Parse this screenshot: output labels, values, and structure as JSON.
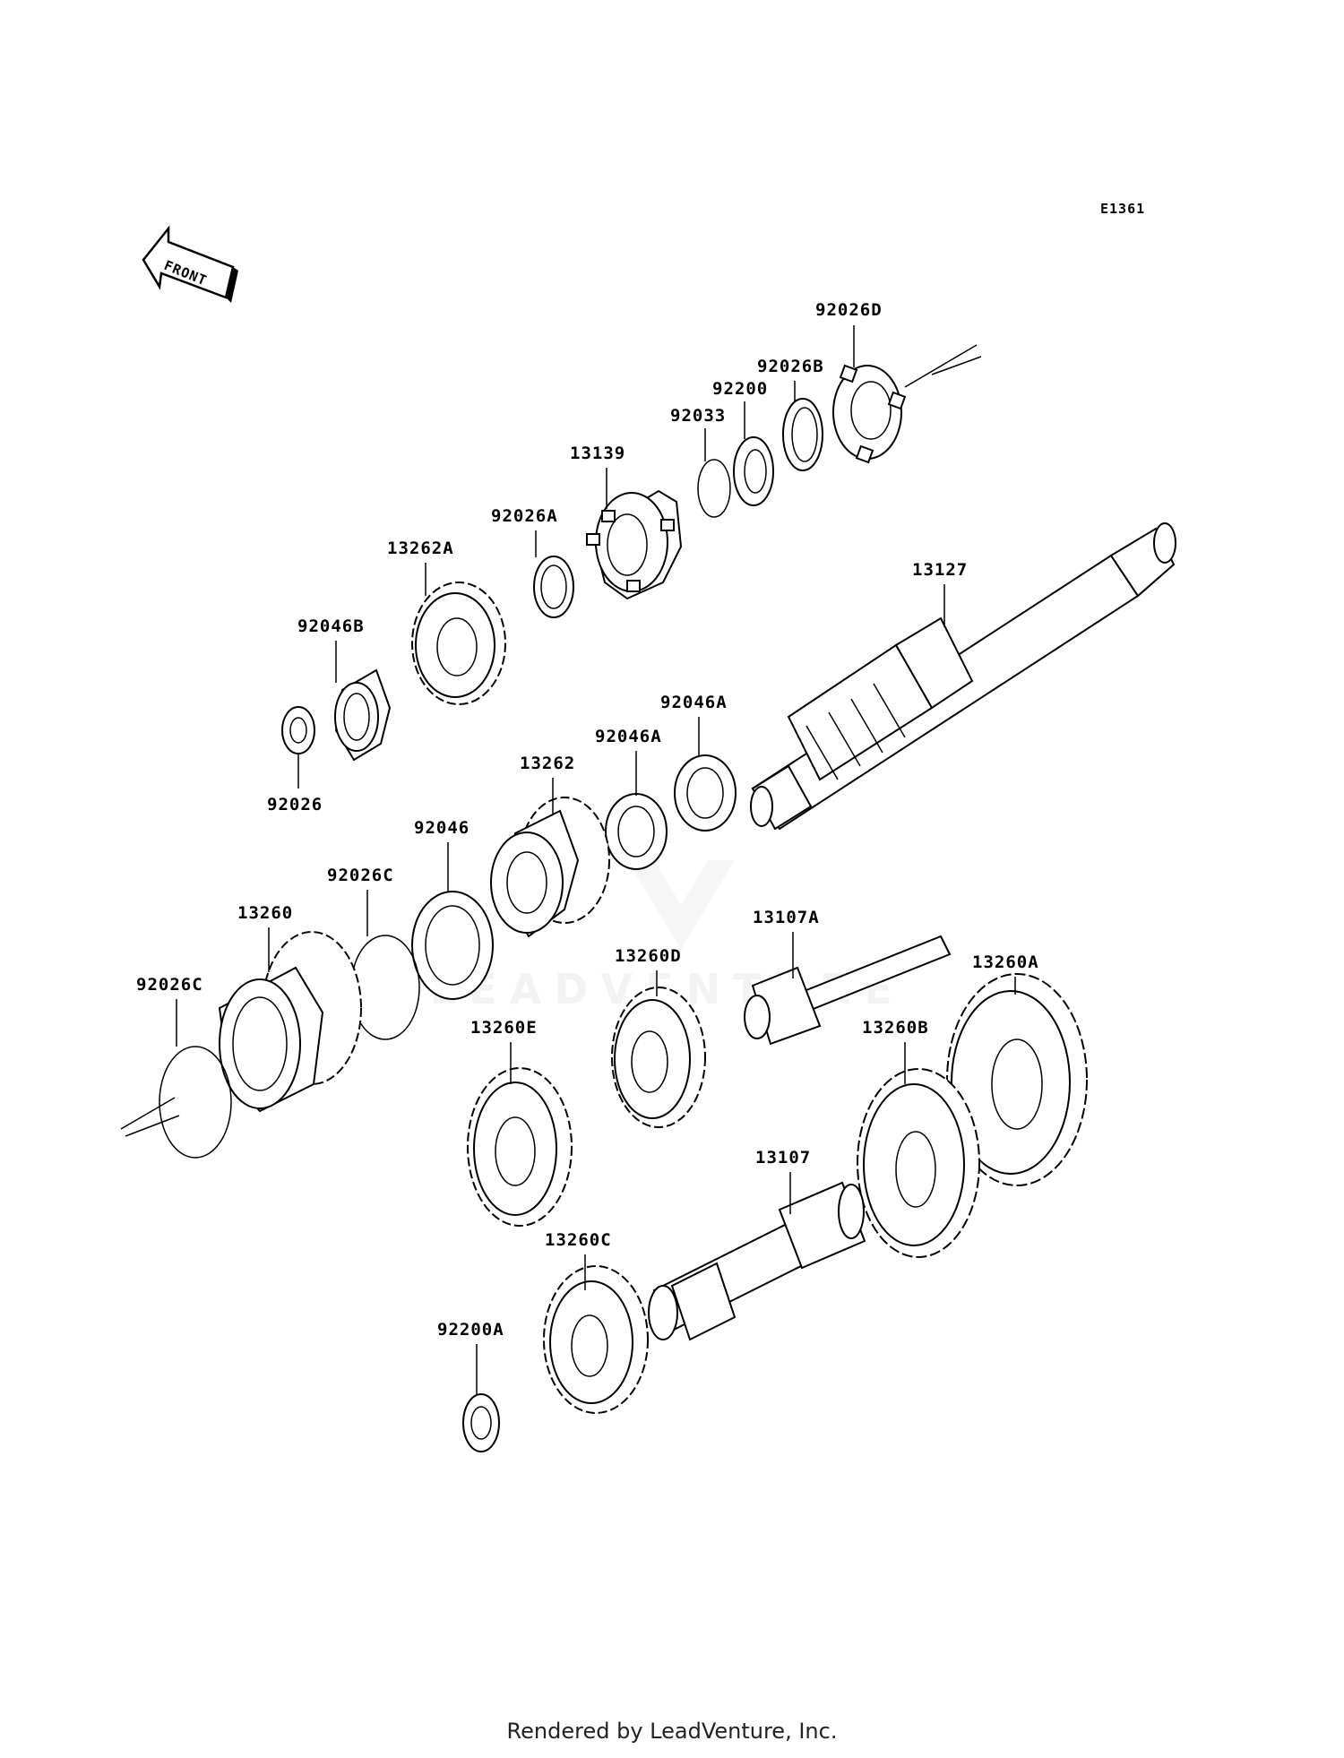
{
  "diagram": {
    "code": "E1361",
    "front_arrow_label": "FRONT",
    "watermark": "LEADVENTURE",
    "labels": {
      "p92026D": "92026D",
      "p92026B": "92026B",
      "p92200": "92200",
      "p92033": "92033",
      "p13139": "13139",
      "p92026A": "92026A",
      "p13262A": "13262A",
      "p13127": "13127",
      "p92046B": "92046B",
      "p92026": "92026",
      "p92046A_1": "92046A",
      "p92046A_2": "92046A",
      "p13262": "13262",
      "p92046": "92046",
      "p92026C_1": "92026C",
      "p13260": "13260",
      "p92026C_2": "92026C",
      "p13107A": "13107A",
      "p13260D": "13260D",
      "p13260A": "13260A",
      "p13260E": "13260E",
      "p13260B": "13260B",
      "p13107": "13107",
      "p13260C": "13260C",
      "p92200A": "92200A"
    }
  },
  "footer": {
    "text": "Rendered by LeadVenture, Inc."
  }
}
